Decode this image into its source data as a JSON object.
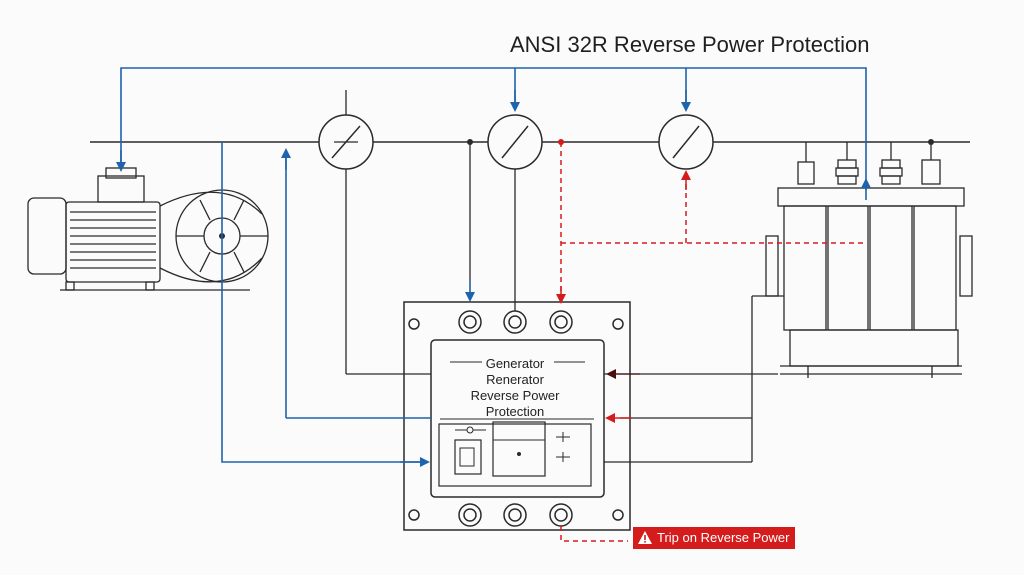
{
  "title": "ANSI 32R Reverse Power Protection",
  "relay": {
    "lines": [
      "Generator",
      "Renerator",
      "Reverse Power",
      "Protection"
    ]
  },
  "trip_label": "Trip on Reverse Power",
  "colors": {
    "line": "#2a2a2a",
    "blue": "#1f63ad",
    "red": "#d41c1c",
    "background": "#fbfbfb"
  },
  "icons": [
    "generator-motor-icon",
    "pulley-icon",
    "breaker-symbol-icon",
    "transformer-icon",
    "relay-icon",
    "warning-icon"
  ]
}
